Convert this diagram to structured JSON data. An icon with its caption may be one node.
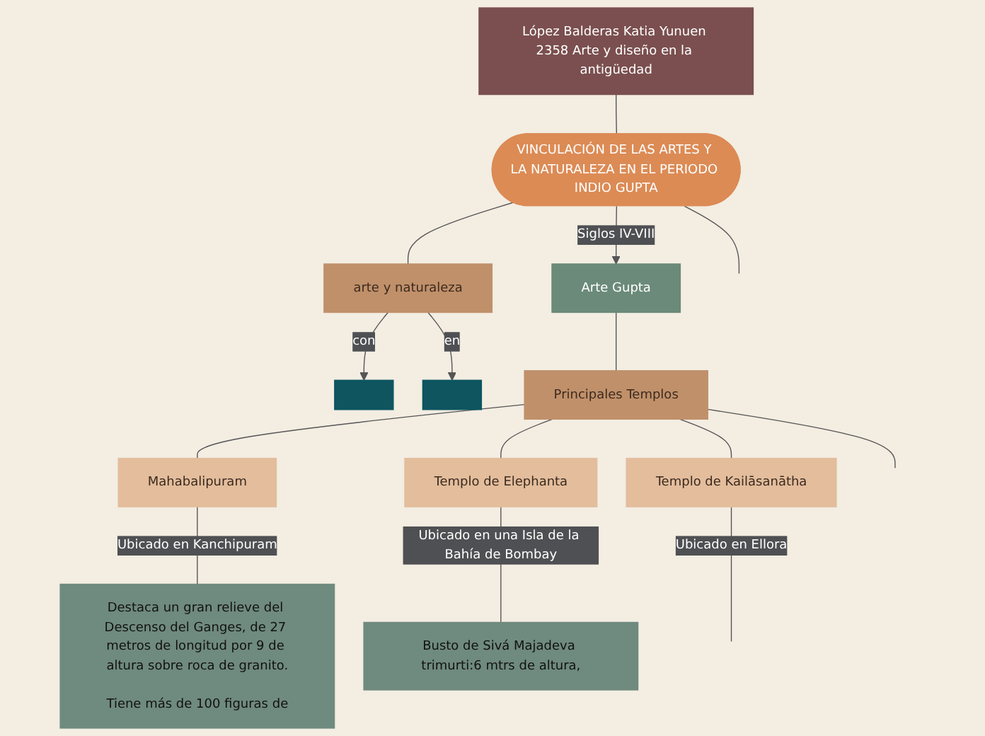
{
  "diagram": {
    "nodes": [
      {
        "text": [
          "López Balderas Katia Yunuen 2358 Arte y diseño en la antigüedad"
        ]
      },
      {
        "text": [
          "VINCULACIÓN DE LAS ARTES Y LA NATURALEZA EN EL PERIODO INDIO GUPTA"
        ]
      },
      {
        "text": [
          "arte y naturaleza"
        ]
      },
      {
        "text": [],
        "shape": "box"
      },
      {
        "text": [],
        "shape": "box"
      },
      {
        "text": [
          "Arte Gupta"
        ]
      },
      {
        "text": [
          "Principales Templos"
        ]
      },
      {
        "text": [
          "Mahabalipuram"
        ]
      },
      {
        "text": [
          "Templo de Elephanta"
        ]
      },
      {
        "text": [
          "Templo de Kailāsanātha"
        ]
      },
      {
        "text": [
          "Busto de Sivá Majadeva trimurti:6 mtrs de altura,"
        ]
      },
      {
        "text": [
          "Destaca un gran relieve del Descenso del Ganges, de 27 metros de longitud por 9 de altura sobre roca de granito.",
          "Tiene más de 100 figuras de"
        ]
      }
    ],
    "edges": [
      {
        "from": 0,
        "to": 1,
        "arrow": "none"
      },
      {
        "from": 1,
        "to": 2,
        "arrow": "none"
      },
      {
        "from": 2,
        "to": 3,
        "arrow": "to",
        "label": "con"
      },
      {
        "from": 2,
        "to": 4,
        "arrow": "to",
        "label": "en"
      },
      {
        "from": 1,
        "to": 5,
        "arrow": "to",
        "label": "Siglos IV-VIII"
      },
      {
        "from": 1,
        "to": null,
        "arrow": "none"
      },
      {
        "from": 5,
        "to": 6,
        "arrow": "none"
      },
      {
        "from": 6,
        "to": null,
        "arrow": "none"
      },
      {
        "from": 6,
        "to": 7,
        "arrow": "none"
      },
      {
        "from": 6,
        "to": 8,
        "arrow": "none"
      },
      {
        "from": 6,
        "to": 9,
        "arrow": "none"
      },
      {
        "from": 7,
        "to": 11,
        "arrow": "none",
        "label": "Ubicado en Kanchipuram"
      },
      {
        "from": 8,
        "to": 10,
        "arrow": "none",
        "label": "Ubicado en una Isla de la Bahía de Bombay"
      },
      {
        "from": 9,
        "to": null,
        "arrow": "none",
        "label": "Ubicado en Ellora"
      }
    ]
  }
}
